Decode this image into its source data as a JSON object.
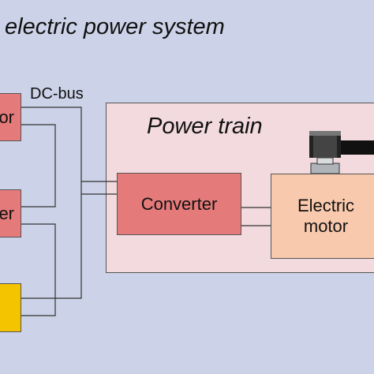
{
  "diagram": {
    "title": "electric power system",
    "dc_bus_label": "DC-bus",
    "power_train_label": "Power train",
    "source_1_label_fragment": "or",
    "source_2_label_fragment": "er",
    "converter_label": "Converter",
    "motor_label_line1": "Electric",
    "motor_label_line2": "motor"
  },
  "colors": {
    "background": "#ccd3e8",
    "power_train_fill": "#f2dadf",
    "red_box_fill": "#e57a7a",
    "motor_fill": "#f8c9ad",
    "battery_fill": "#f5c400",
    "line": "#333333"
  }
}
